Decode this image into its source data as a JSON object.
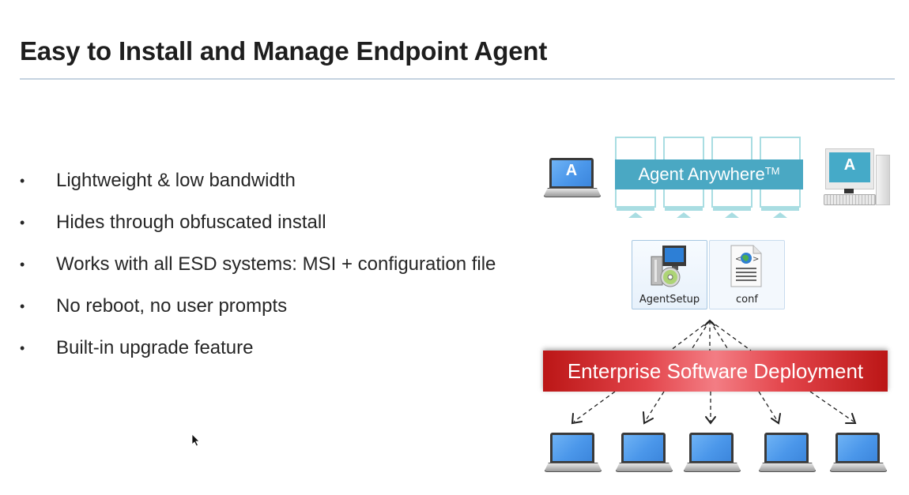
{
  "slide": {
    "title": "Easy to Install and Manage Endpoint Agent",
    "bullets": [
      {
        "marker": "•",
        "text": "Lightweight & low bandwidth"
      },
      {
        "marker": "•",
        "text": "Hides through obfuscated install"
      },
      {
        "marker": "•",
        "text": "Works with all ESD systems: MSI + configuration file"
      },
      {
        "marker": "•",
        "text": "No reboot, no user prompts"
      },
      {
        "marker": "•",
        "text": "Built-in upgrade feature"
      }
    ]
  },
  "diagram": {
    "agent_banner": {
      "text": "Agent Anywhere",
      "trademark": "TM",
      "color": "#4aa8c3"
    },
    "endpoint_letter": "A",
    "files": [
      {
        "name": "AgentSetup",
        "icon": "msi-installer-icon"
      },
      {
        "name": "conf",
        "icon": "web-config-file-icon"
      }
    ],
    "esd_banner": {
      "text": "Enterprise Software Deployment",
      "color": "#c8191e"
    },
    "target_laptops_count": 5
  },
  "colors": {
    "monitor_outline": "#a9dde2",
    "laptop_screen": "#4b97ea"
  }
}
